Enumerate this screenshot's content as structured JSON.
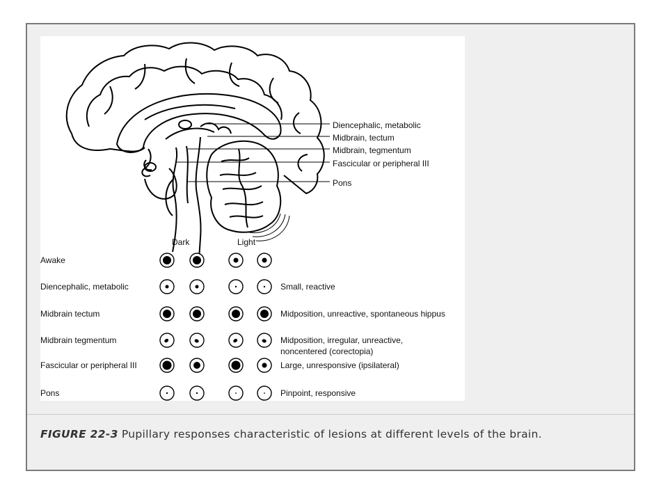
{
  "brain_labels": [
    "Diencephalic, metabolic",
    "Midbrain, tectum",
    "Midbrain, tegmentum",
    "Fascicular or peripheral III",
    "Pons"
  ],
  "columns": {
    "dark": "Dark",
    "light": "Light"
  },
  "rows": [
    {
      "label": "Awake",
      "description": ""
    },
    {
      "label": "Diencephalic, metabolic",
      "description": "Small, reactive"
    },
    {
      "label": "Midbrain tectum",
      "description": "Midposition, unreactive, spontaneous hippus"
    },
    {
      "label": "Midbrain tegmentum",
      "description": "Midposition, irregular, unreactive,",
      "description_2": "noncentered (corectopia)"
    },
    {
      "label": "Fascicular or peripheral III",
      "description": "Large, unresponsive (ipsilateral)"
    },
    {
      "label": "Pons",
      "description": "Pinpoint, responsive"
    }
  ],
  "caption": {
    "figure_number": "FIGURE 22-3",
    "text": " Pupillary responses characteristic of lesions at different levels of the brain."
  }
}
